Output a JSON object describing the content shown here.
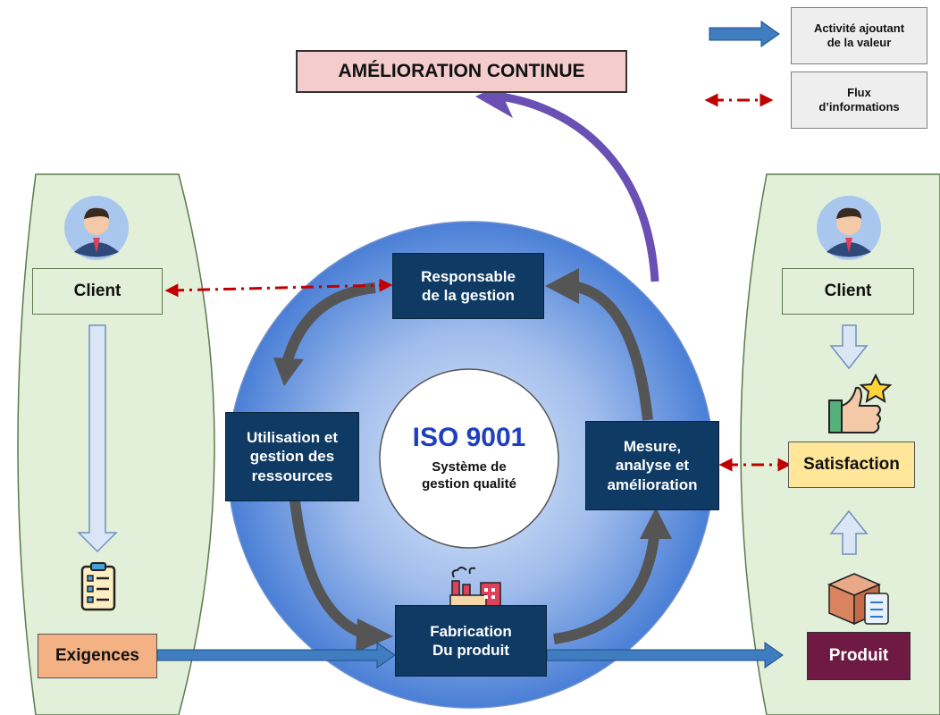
{
  "improvement_title": "AMÉLIORATION CONTINUE",
  "legend": {
    "value_activity": "Activité ajoutant\nde la valeur",
    "info_flow": "Flux\nd’informations"
  },
  "center": {
    "standard": "ISO 9001",
    "subtitle": "Système de\ngestion qualité"
  },
  "process_boxes": {
    "management": "Responsable\nde la gestion",
    "resources": "Utilisation et\ngestion des\nressources",
    "production": "Fabrication\nDu produit",
    "measurement": "Mesure,\nanalyse et\namélioration"
  },
  "left_column": {
    "client": "Client",
    "requirements": "Exigences"
  },
  "right_column": {
    "client": "Client",
    "satisfaction": "Satisfaction",
    "product": "Produit"
  },
  "colors": {
    "navy": "#0e3a63",
    "blue_arrow": "#3f7cc0",
    "red_dash": "#c00000",
    "purple": "#6a4fb5",
    "cycle_grey": "#555555",
    "client_panel": "#e2efd9",
    "improvement_box": "#f4cccc",
    "requirements_box": "#f4b183",
    "satisfaction_box": "#ffe699",
    "product_box": "#6e1a45",
    "center_text": "#1f3fbf"
  },
  "icons": [
    "client-avatar-icon",
    "client-avatar-icon",
    "thumbs-up-star-icon",
    "checklist-icon",
    "factory-icon",
    "product-box-icon"
  ]
}
